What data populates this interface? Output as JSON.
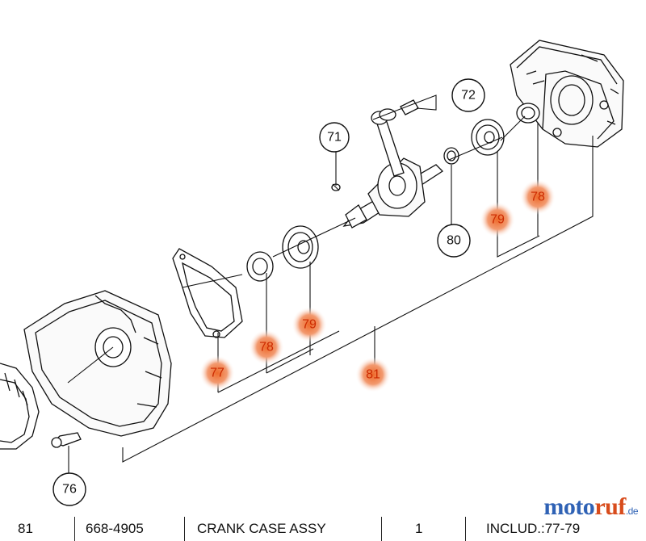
{
  "diagram": {
    "callouts": [
      {
        "id": "c71",
        "label": "71",
        "highlighted": false
      },
      {
        "id": "c72",
        "label": "72",
        "highlighted": false
      },
      {
        "id": "c76",
        "label": "76",
        "highlighted": false
      },
      {
        "id": "c77",
        "label": "77",
        "highlighted": true
      },
      {
        "id": "c78a",
        "label": "78",
        "highlighted": true
      },
      {
        "id": "c79a",
        "label": "79",
        "highlighted": true
      },
      {
        "id": "c78b",
        "label": "78",
        "highlighted": true
      },
      {
        "id": "c79b",
        "label": "79",
        "highlighted": true
      },
      {
        "id": "c80",
        "label": "80",
        "highlighted": false
      },
      {
        "id": "c81",
        "label": "81",
        "highlighted": true
      }
    ],
    "colors": {
      "highlight": "#ee6a2a",
      "line": "#111111"
    }
  },
  "parts_row": {
    "ref": "81",
    "part_number": "668-4905",
    "description": "CRANK CASE ASSY",
    "qty": "1",
    "note": "INCLUD.:77-79"
  },
  "watermark": {
    "part1": "moto",
    "part2": "ruf",
    "tld": ".de"
  }
}
